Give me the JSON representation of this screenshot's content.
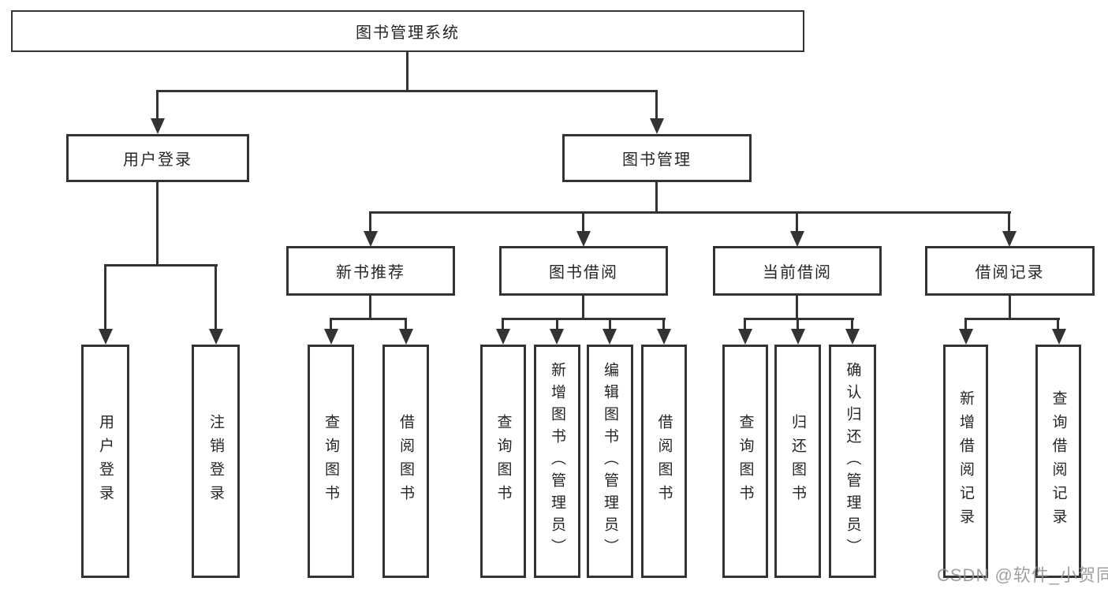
{
  "diagram": {
    "root": {
      "label": "图书管理系统"
    },
    "branches": [
      {
        "label": "用户登录",
        "children": [
          {
            "label": "用户登录"
          },
          {
            "label": "注销登录"
          }
        ]
      },
      {
        "label": "图书管理",
        "children": [
          {
            "label": "新书推荐",
            "children": [
              {
                "label": "查询图书"
              },
              {
                "label": "借阅图书"
              }
            ]
          },
          {
            "label": "图书借阅",
            "children": [
              {
                "label": "查询图书"
              },
              {
                "label": "新增图书（管理员）"
              },
              {
                "label": "编辑图书（管理员）"
              },
              {
                "label": "借阅图书"
              }
            ]
          },
          {
            "label": "当前借阅",
            "children": [
              {
                "label": "查询图书"
              },
              {
                "label": "归还图书"
              },
              {
                "label": "确认归还（管理员）"
              }
            ]
          },
          {
            "label": "借阅记录",
            "children": [
              {
                "label": "新增借阅记录"
              },
              {
                "label": "查询借阅记录"
              }
            ]
          }
        ]
      }
    ],
    "watermark": "CSDN @软件_小贺同学",
    "colors": {
      "line": "#333333",
      "box_border": "#333333",
      "box_fill": "#ffffff",
      "text": "#262626",
      "watermark": "#939393"
    }
  }
}
